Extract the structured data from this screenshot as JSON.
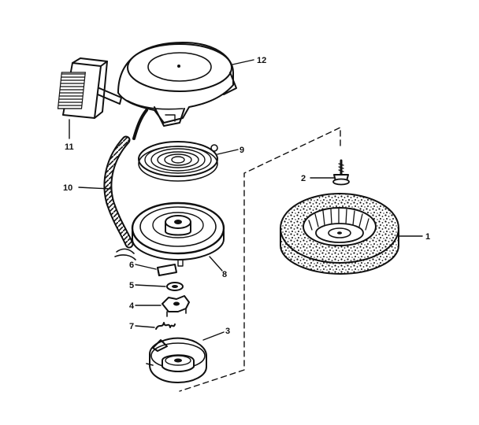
{
  "labels": {
    "p1": "1",
    "p2": "2",
    "p3": "3",
    "p4": "4",
    "p5": "5",
    "p6": "6",
    "p7": "7",
    "p8": "8",
    "p9": "9",
    "p10": "10",
    "p11": "11",
    "p12": "12"
  },
  "colors": {
    "ink": "#111111",
    "background": "#ffffff"
  }
}
